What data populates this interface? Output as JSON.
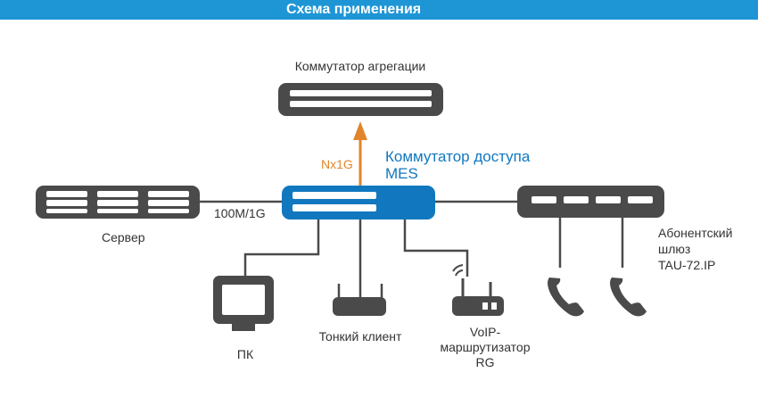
{
  "header": {
    "title": "Схема применения"
  },
  "nodes": {
    "aggregation_switch": {
      "label": "Коммутатор агрегации"
    },
    "access_switch": {
      "label_line1": "Коммутатор доступа",
      "label_line2": "MES"
    },
    "server": {
      "label": "Сервер"
    },
    "gateway": {
      "label_line1": "Абонентский",
      "label_line2": "шлюз",
      "label_line3": "TAU-72.IP"
    },
    "pc": {
      "label": "ПК"
    },
    "thin_client": {
      "label": "Тонкий клиент"
    },
    "router": {
      "label_line1": "VoIP-",
      "label_line2": "маршрутизатор",
      "label_line3": "RG"
    }
  },
  "links": {
    "uplink_speed": "Nx1G",
    "server_link_speed": "100M/1G"
  },
  "colors": {
    "header": "#1e96d6",
    "device_dark": "#4a4a4a",
    "access_switch": "#1178bf",
    "uplink_arrow": "#e0852c",
    "line": "#4a4a4a"
  }
}
